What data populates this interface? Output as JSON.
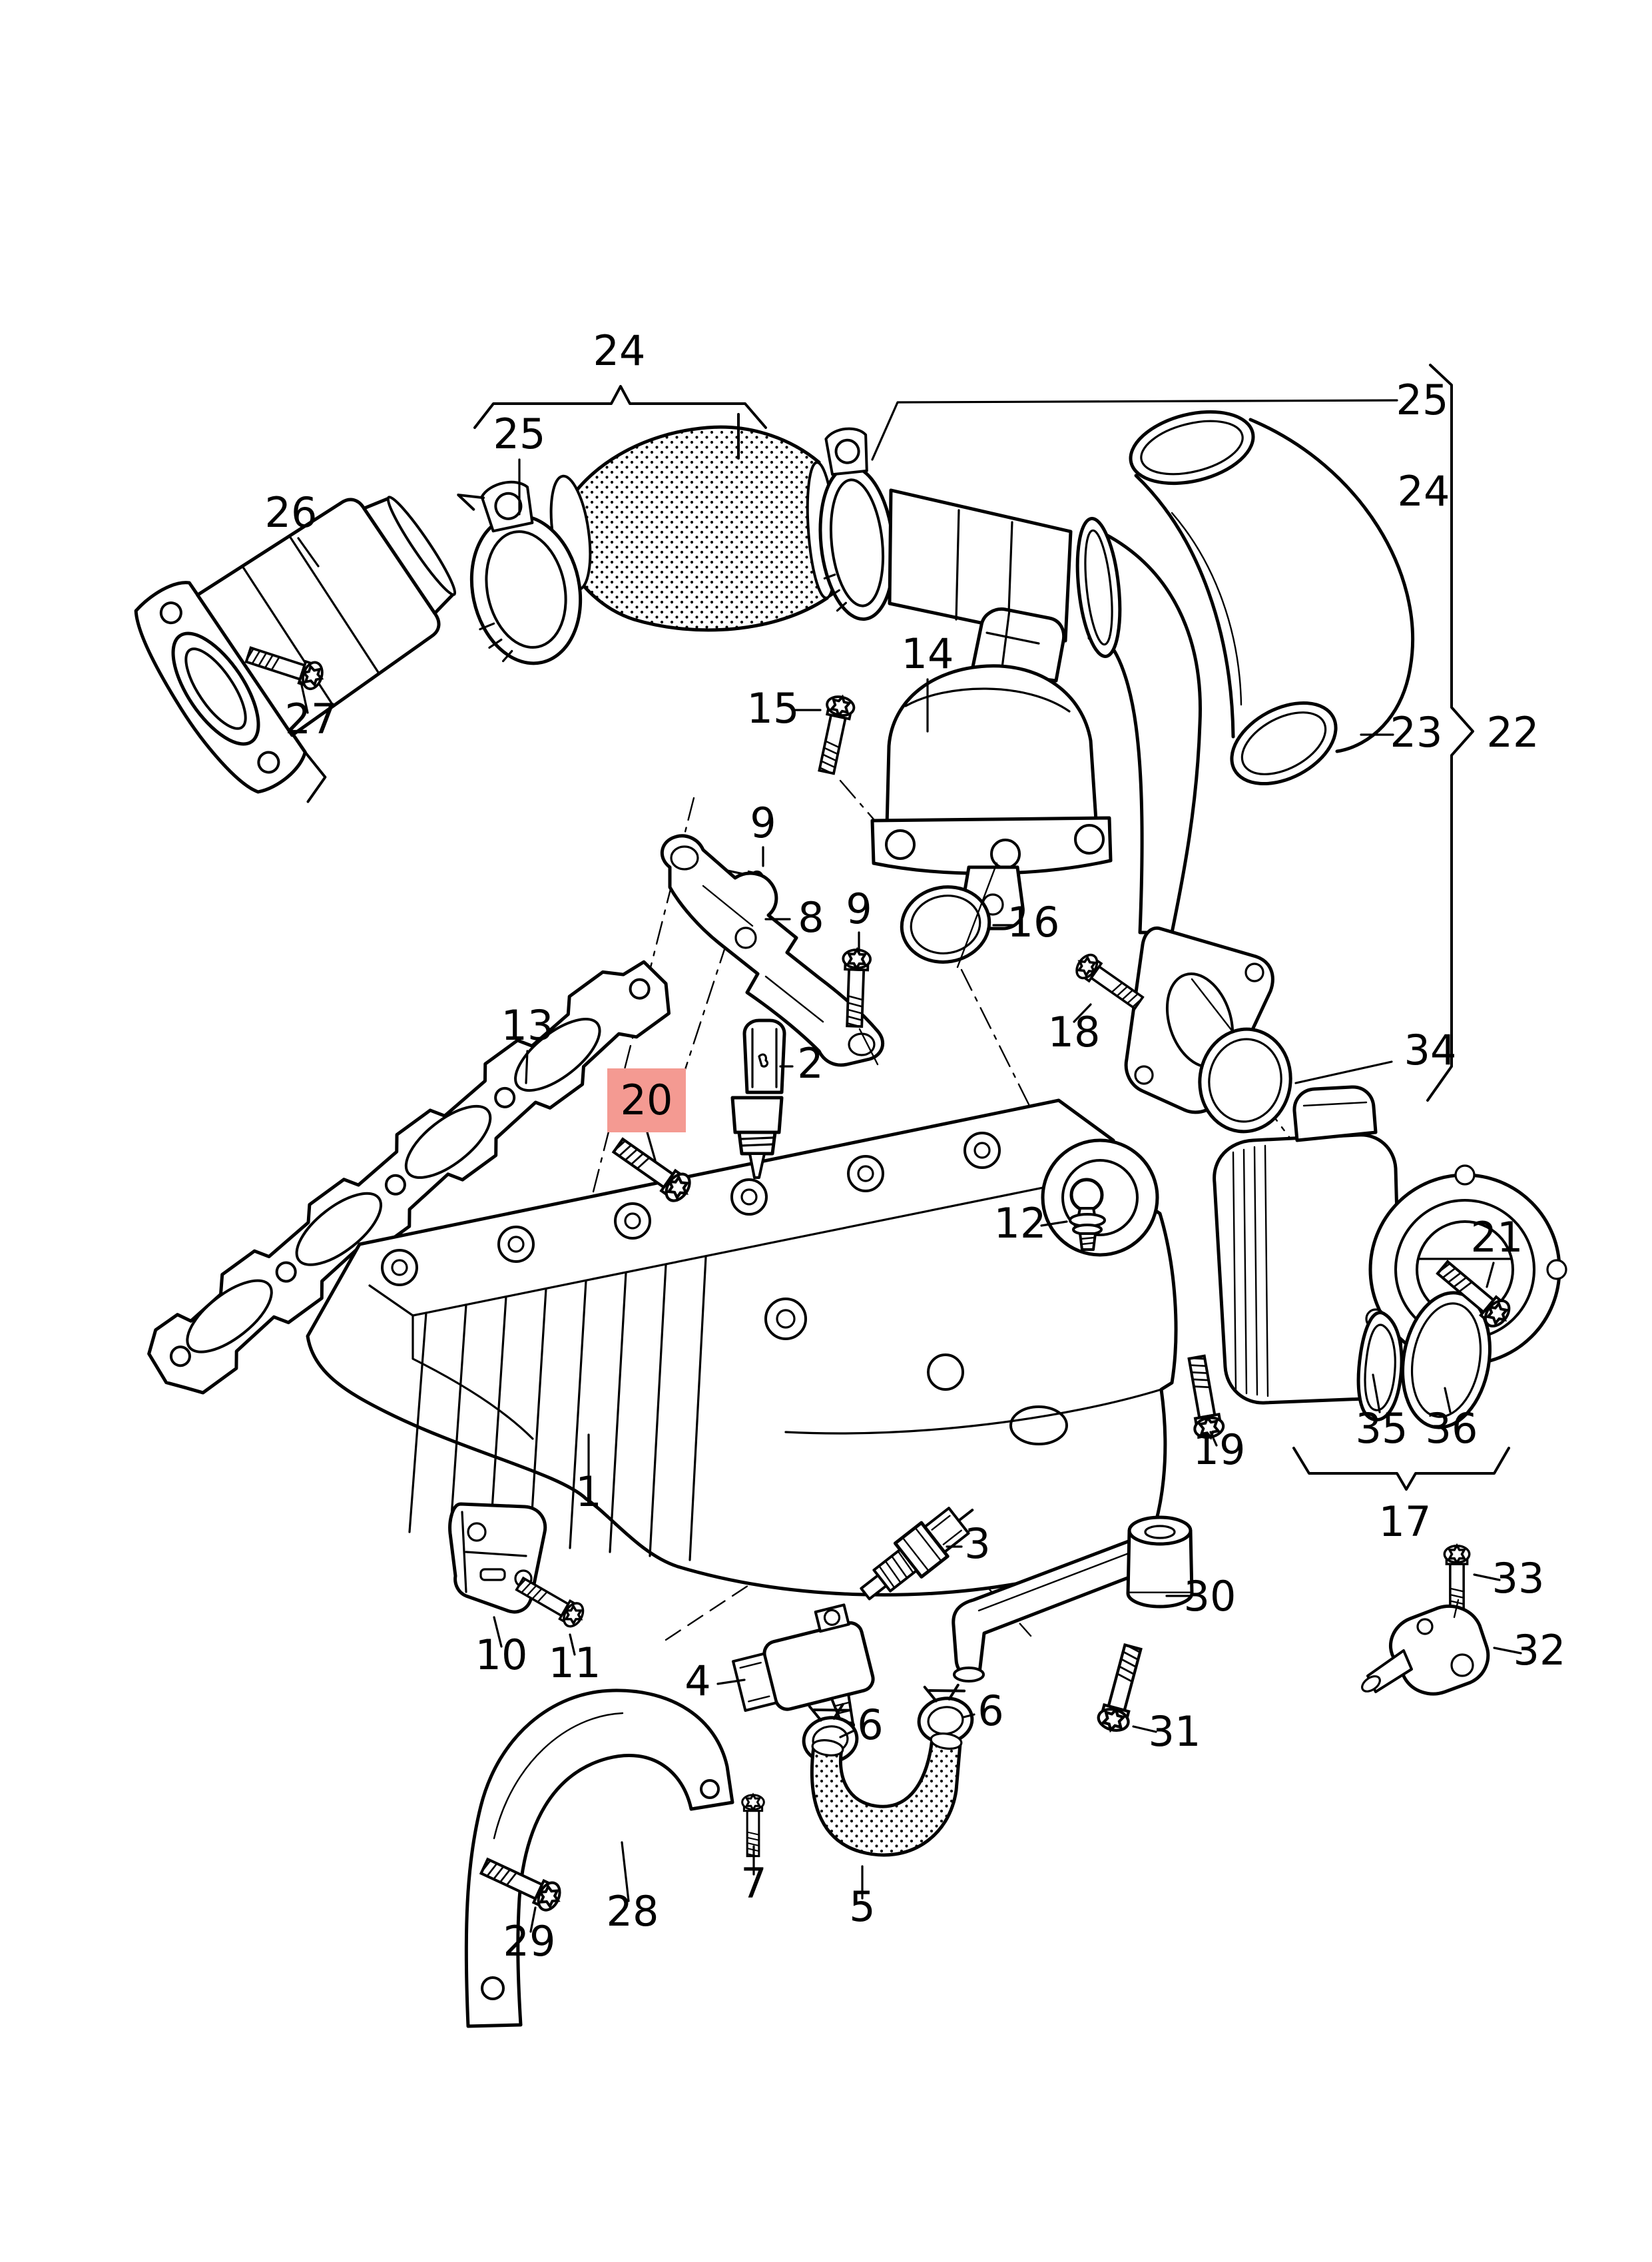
{
  "diagram": {
    "type": "exploded-parts-diagram",
    "subject": "intake-manifold-and-charge-air-pipes",
    "background": "#ffffff",
    "ink": "#000000",
    "highlight": {
      "part": "20",
      "box": "#f49a92",
      "text": "#8e1a10"
    },
    "callouts": {
      "c1": "1",
      "c2": "2",
      "c3": "3",
      "c4": "4",
      "c5": "5",
      "c6a": "6",
      "c6b": "6",
      "c7": "7",
      "c8": "8",
      "c9a": "9",
      "c9b": "9",
      "c10": "10",
      "c11": "11",
      "c12": "12",
      "c13": "13",
      "c14": "14",
      "c15": "15",
      "c16": "16",
      "c17": "17",
      "c18": "18",
      "c19": "19",
      "c20": "20",
      "c21": "21",
      "c22": "22",
      "c23": "23",
      "c24_top": "24",
      "c24_right": "24",
      "c25_left": "25",
      "c25_right": "25",
      "c26": "26",
      "c27": "27",
      "c28": "28",
      "c29": "29",
      "c30": "30",
      "c31": "31",
      "c32": "32",
      "c33": "33",
      "c34": "34",
      "c35": "35",
      "c36": "36"
    }
  }
}
